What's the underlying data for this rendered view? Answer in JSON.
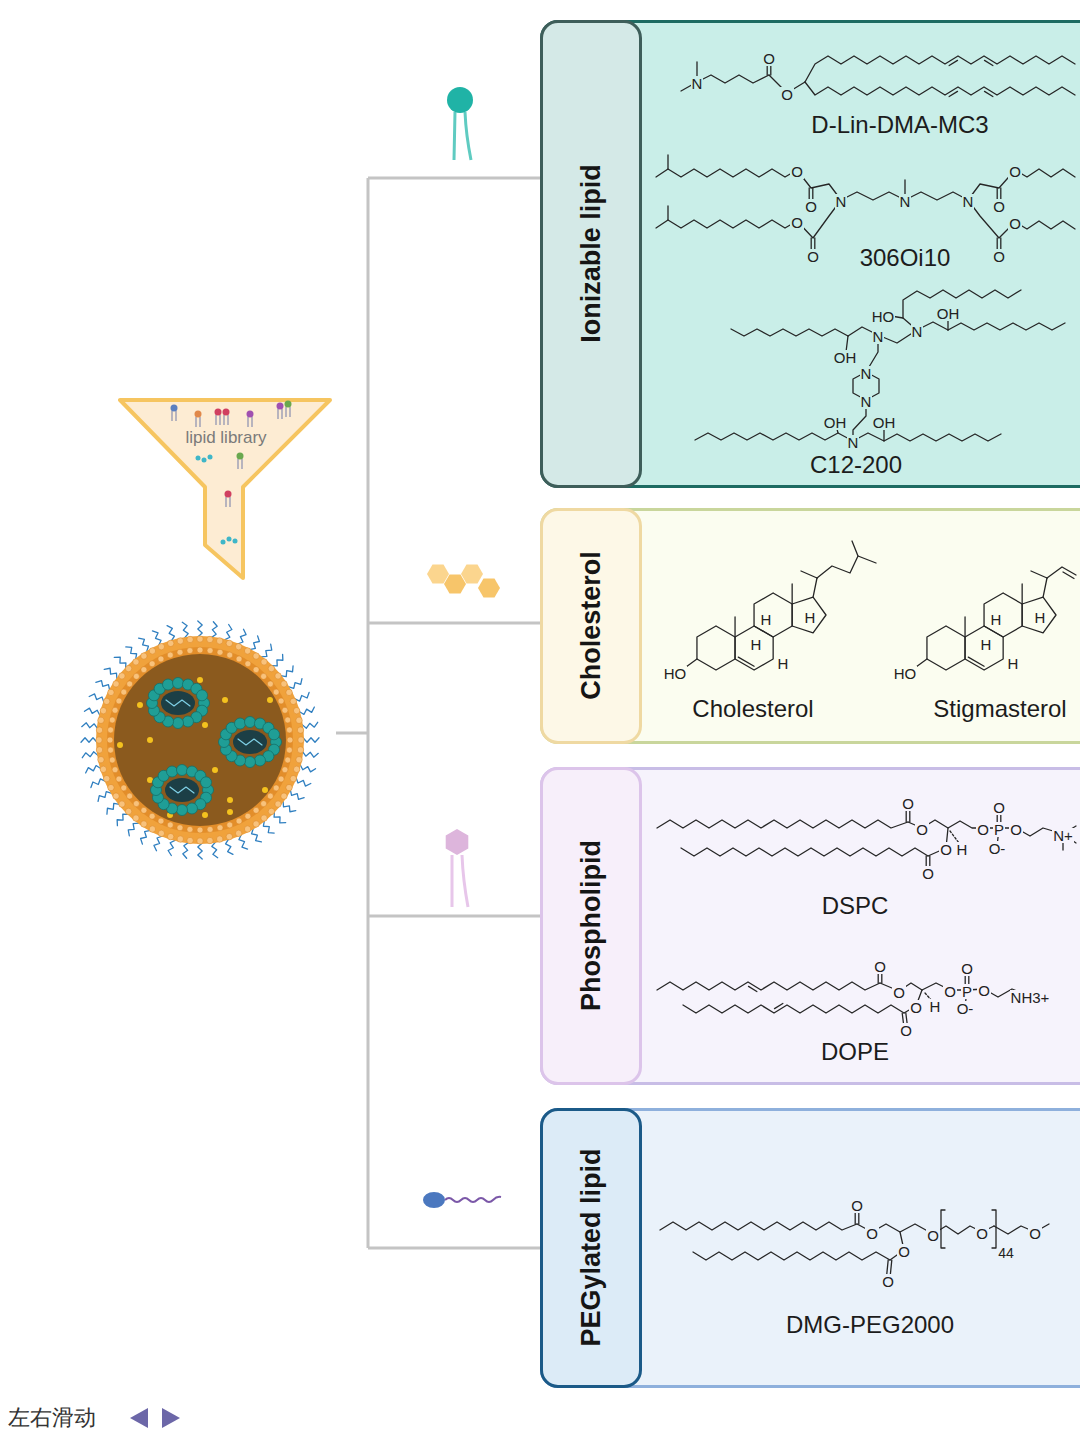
{
  "diagram": {
    "nodes": [
      {
        "text": [
          "lipid library"
        ]
      },
      {
        "text": [
          "D-Lin-DMA-MC3",
          "306Oi10",
          "C12-200"
        ]
      },
      {
        "text": [
          "Ionizable lipid"
        ],
        "in": 1
      },
      {
        "text": [
          "Cholesterol",
          "Stigmasterol"
        ]
      },
      {
        "text": [
          "Cholesterol"
        ],
        "in": 3
      },
      {
        "text": [
          "DSPC",
          "DOPE"
        ]
      },
      {
        "text": [
          "Phospholipid"
        ],
        "in": 5
      },
      {
        "text": [
          "DMG-PEG2000"
        ]
      },
      {
        "text": [
          "PEGylated lipid"
        ],
        "in": 7
      }
    ],
    "labels": [
      "N",
      "O",
      "O",
      "O",
      "O",
      "N",
      "N",
      "N",
      "O",
      "O",
      "O",
      "O",
      "O",
      "O",
      "HO",
      "OH",
      "N",
      "N",
      "OH",
      "N",
      "N",
      "OH",
      "OH",
      "N",
      "H",
      "H",
      "H",
      "H",
      "HO",
      "H",
      "H",
      "H",
      "H",
      "HO",
      "O",
      "O",
      "O",
      "O",
      "P",
      "O",
      "N+",
      "O",
      "H",
      "O-",
      "O",
      "O",
      "O",
      "O",
      "O",
      "P",
      "O",
      "NH3+",
      "O",
      "H",
      "O-",
      "O",
      "O",
      "O",
      "O",
      "O",
      "O",
      "44",
      "O",
      "O",
      "左右滑动"
    ]
  }
}
